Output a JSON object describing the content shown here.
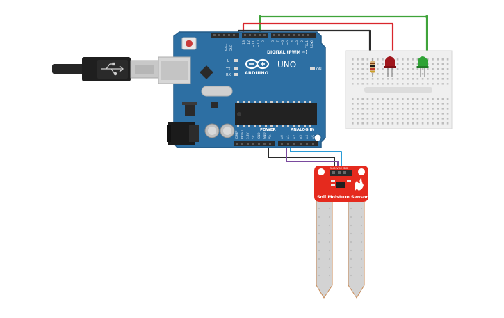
{
  "arduino": {
    "brand": "ARDUINO",
    "model": "UNO",
    "digital_label": "DIGITAL (PWM ~)",
    "power_label": "POWER",
    "analog_label": "ANALOG IN",
    "on_label": "ON",
    "l_label": "L",
    "tx_label": "TX",
    "rx_label": "RX",
    "aref_label": "AREF",
    "gnd_label": "GND",
    "digital_pins": [
      "13",
      "12",
      "~11",
      "~10",
      "~9",
      "8",
      "7",
      "~6",
      "~5",
      "4",
      "~3",
      "2",
      "TX▸1",
      "RX◂0"
    ],
    "power_pins": [
      "IOREF",
      "RESET",
      "3.3V",
      "5V",
      "GND",
      "GND",
      "Vin"
    ],
    "analog_pins": [
      "A0",
      "A1",
      "A2",
      "A3",
      "A4",
      "A5"
    ]
  },
  "sensor": {
    "label": "Soil Moisture Sensor",
    "pin_labels": [
      "GND",
      "VCC",
      "SIG"
    ]
  },
  "colors": {
    "board": "#2d6fa3",
    "board_edge": "#245c88",
    "header": "#2b2b2b",
    "sensor_pcb": "#e52a1e",
    "probe": "#d3d3d3",
    "probe_edge": "#c88a55",
    "breadboard": "#efefef",
    "wire_green": "#3fa33a",
    "wire_red": "#d9262c",
    "wire_black": "#2a2a2a",
    "wire_blue": "#2a9bd6",
    "wire_purple": "#7a4a9e",
    "led_red": "#a0161c",
    "led_green": "#2fa336"
  }
}
